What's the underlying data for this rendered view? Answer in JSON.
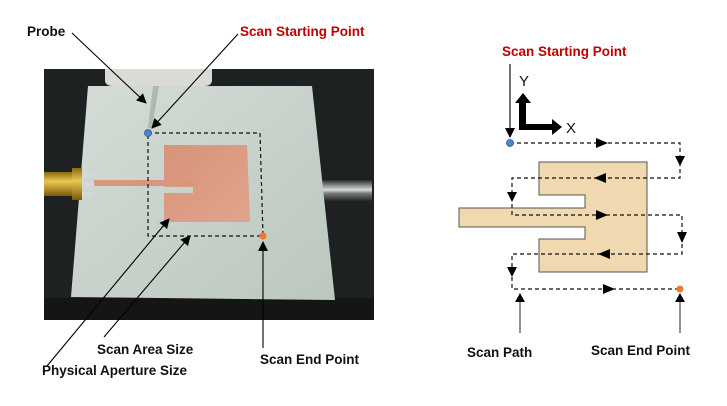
{
  "left_panel": {
    "labels": {
      "probe": "Probe",
      "scan_starting_point": "Scan Starting Point",
      "scan_area_size": "Scan Area Size",
      "physical_aperture_size": "Physical Aperture Size",
      "scan_end_point": "Scan End Point"
    }
  },
  "right_panel": {
    "labels": {
      "scan_starting_point": "Scan Starting Point",
      "scan_path": "Scan Path",
      "scan_end_point": "Scan End Point"
    },
    "axes": {
      "x": "X",
      "y": "Y"
    }
  },
  "colors": {
    "start_point": "#4a86c8",
    "end_point": "#f07830",
    "highlight_label": "#c00000",
    "patch_photo": "#d9987c",
    "patch_diagram": "#f0d9b0",
    "board": "#c8d2cc"
  }
}
